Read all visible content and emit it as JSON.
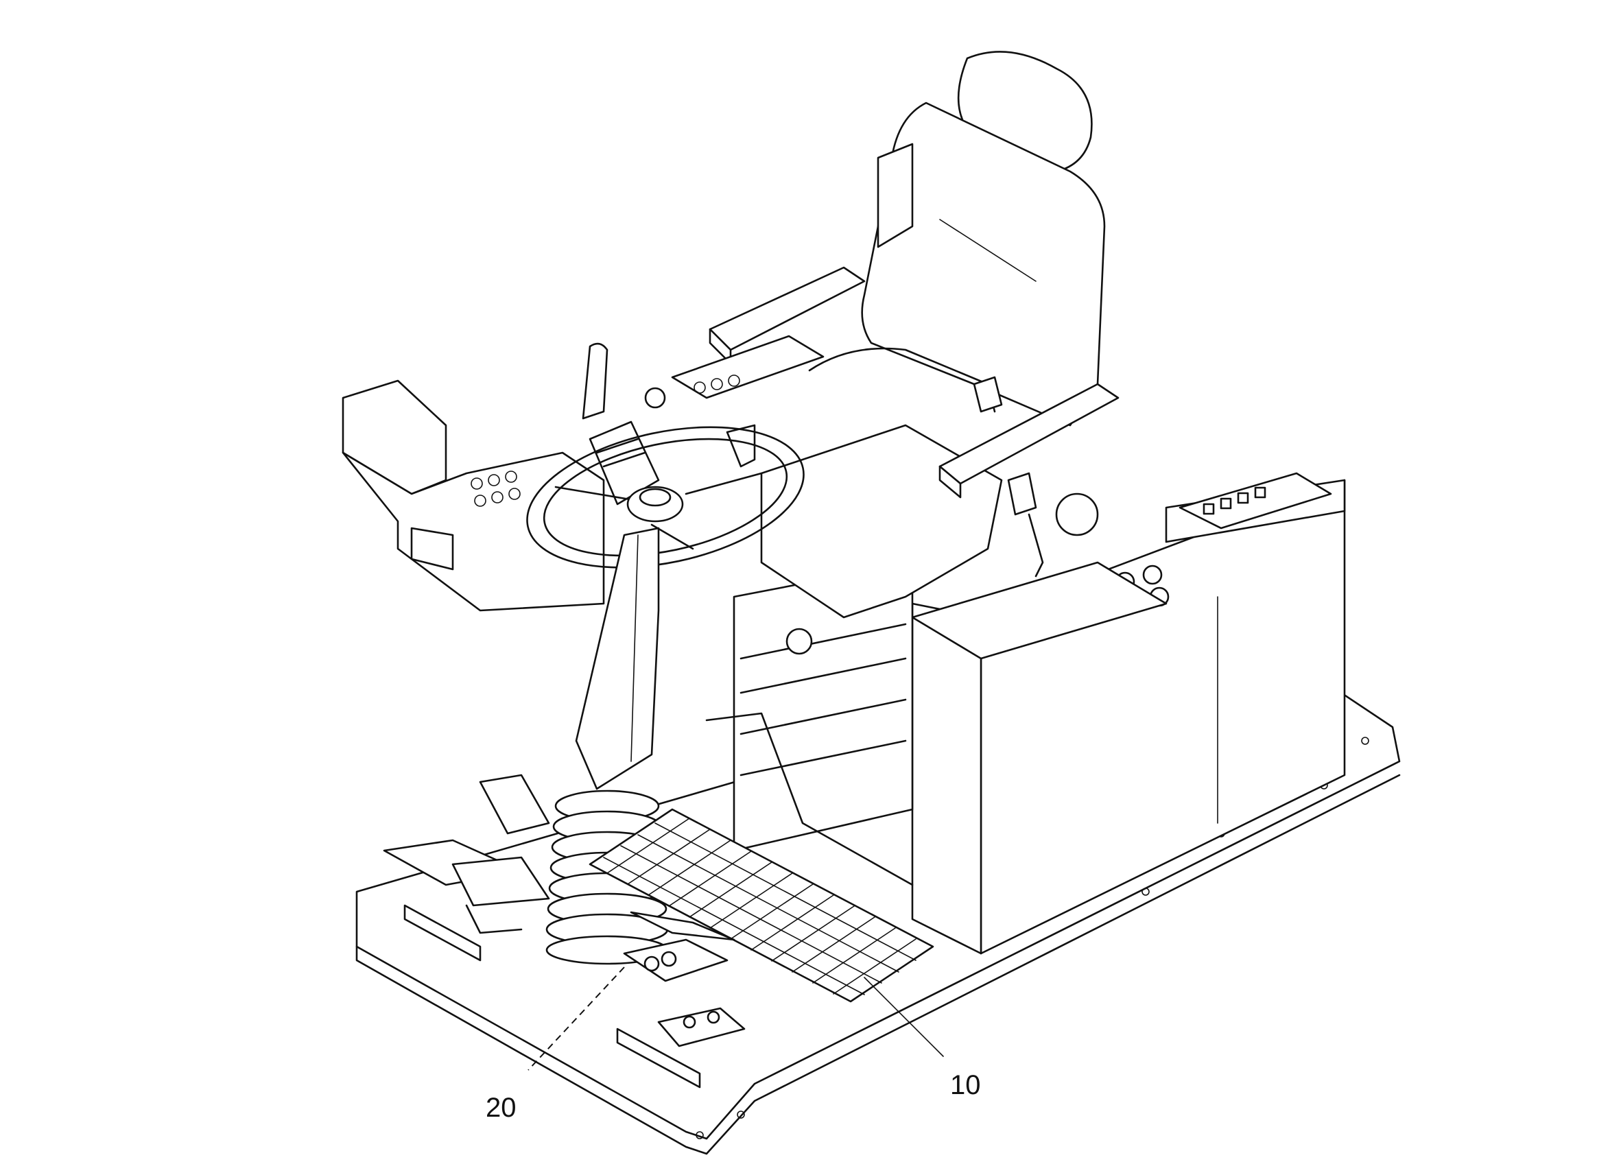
{
  "figure": {
    "callouts": [
      {
        "id": "callout-10",
        "label": "10"
      },
      {
        "id": "callout-20",
        "label": "20"
      }
    ],
    "icons": [
      "operator-seat-icon",
      "steering-wheel-icon",
      "joystick-icon",
      "floor-grating-icon",
      "pedal-icon"
    ],
    "line_color": "#111111",
    "background_color": "#ffffff"
  }
}
